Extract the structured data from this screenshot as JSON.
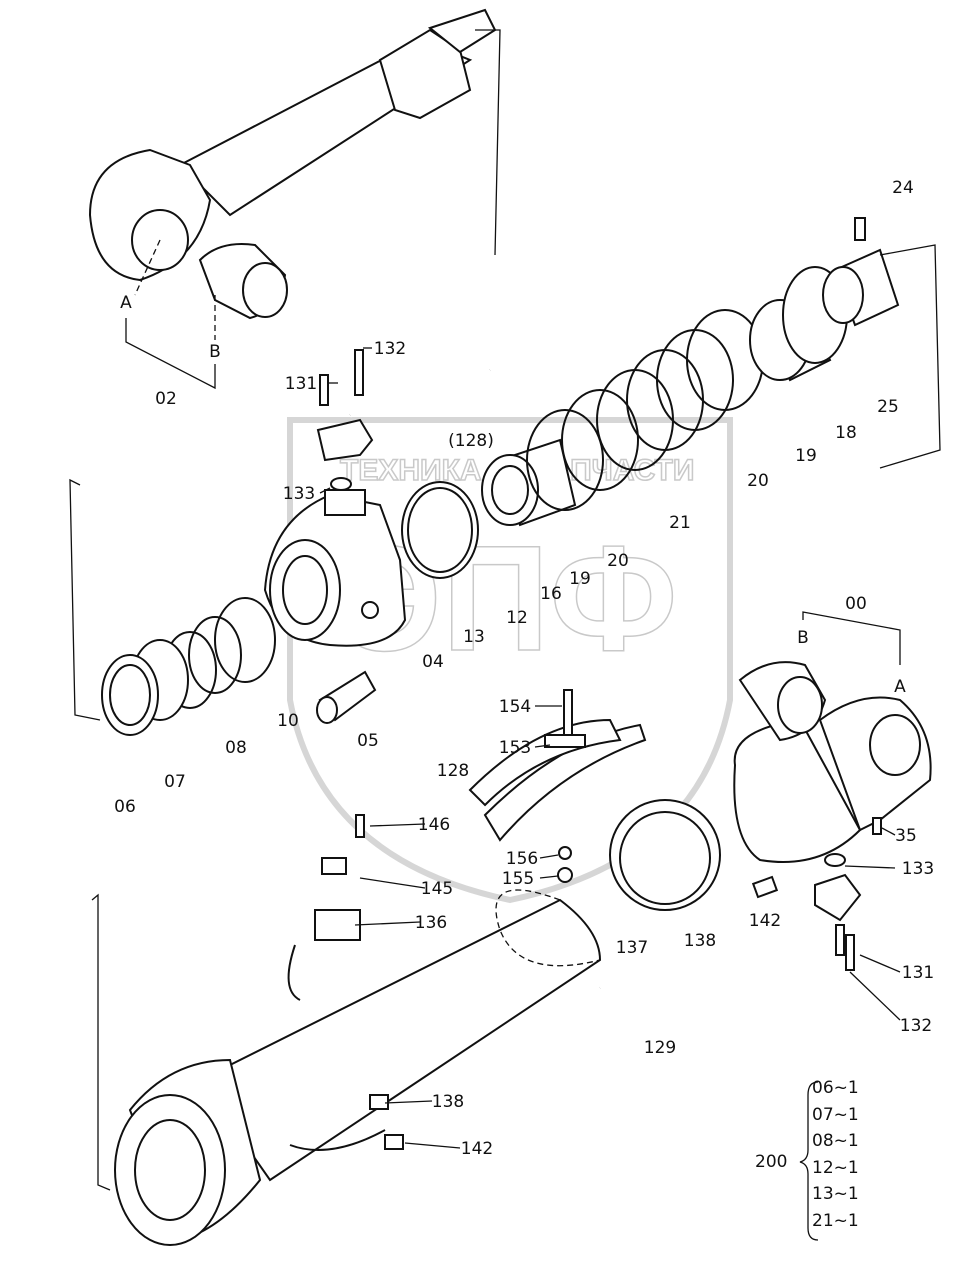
{
  "watermark": {
    "line1": "ТЕХНИКА",
    "line2": "ЗАПЧАСТИ",
    "logo": "ЭПФ"
  },
  "labels": {
    "p24": "24",
    "p132a": "132",
    "p131a": "131",
    "p02": "02",
    "pA1": "A",
    "pB1": "B",
    "p128a": "(128)",
    "p133a": "133",
    "p25": "25",
    "p18": "18",
    "p19a": "19",
    "p20a": "20",
    "p21": "21",
    "p20b": "20",
    "p19b": "19",
    "p16": "16",
    "p12": "12",
    "p13": "13",
    "p04": "04",
    "p10": "10",
    "p05": "05",
    "p08": "08",
    "p06": "06",
    "p07": "07",
    "p00": "00",
    "pB2": "B",
    "pA2": "A",
    "p154": "154",
    "p153": "153",
    "p128b": "128",
    "p35": "35",
    "p146": "146",
    "p133b": "133",
    "p156": "156",
    "p155": "155",
    "p145": "145",
    "p136": "136",
    "p142a": "142",
    "p137": "137",
    "p138a": "138",
    "p131b": "131",
    "p132b": "132",
    "p129": "129",
    "p138b": "138",
    "p142b": "142"
  },
  "kit": {
    "number": "200",
    "items": [
      "06~1",
      "07~1",
      "08~1",
      "12~1",
      "13~1",
      "21~1"
    ]
  }
}
